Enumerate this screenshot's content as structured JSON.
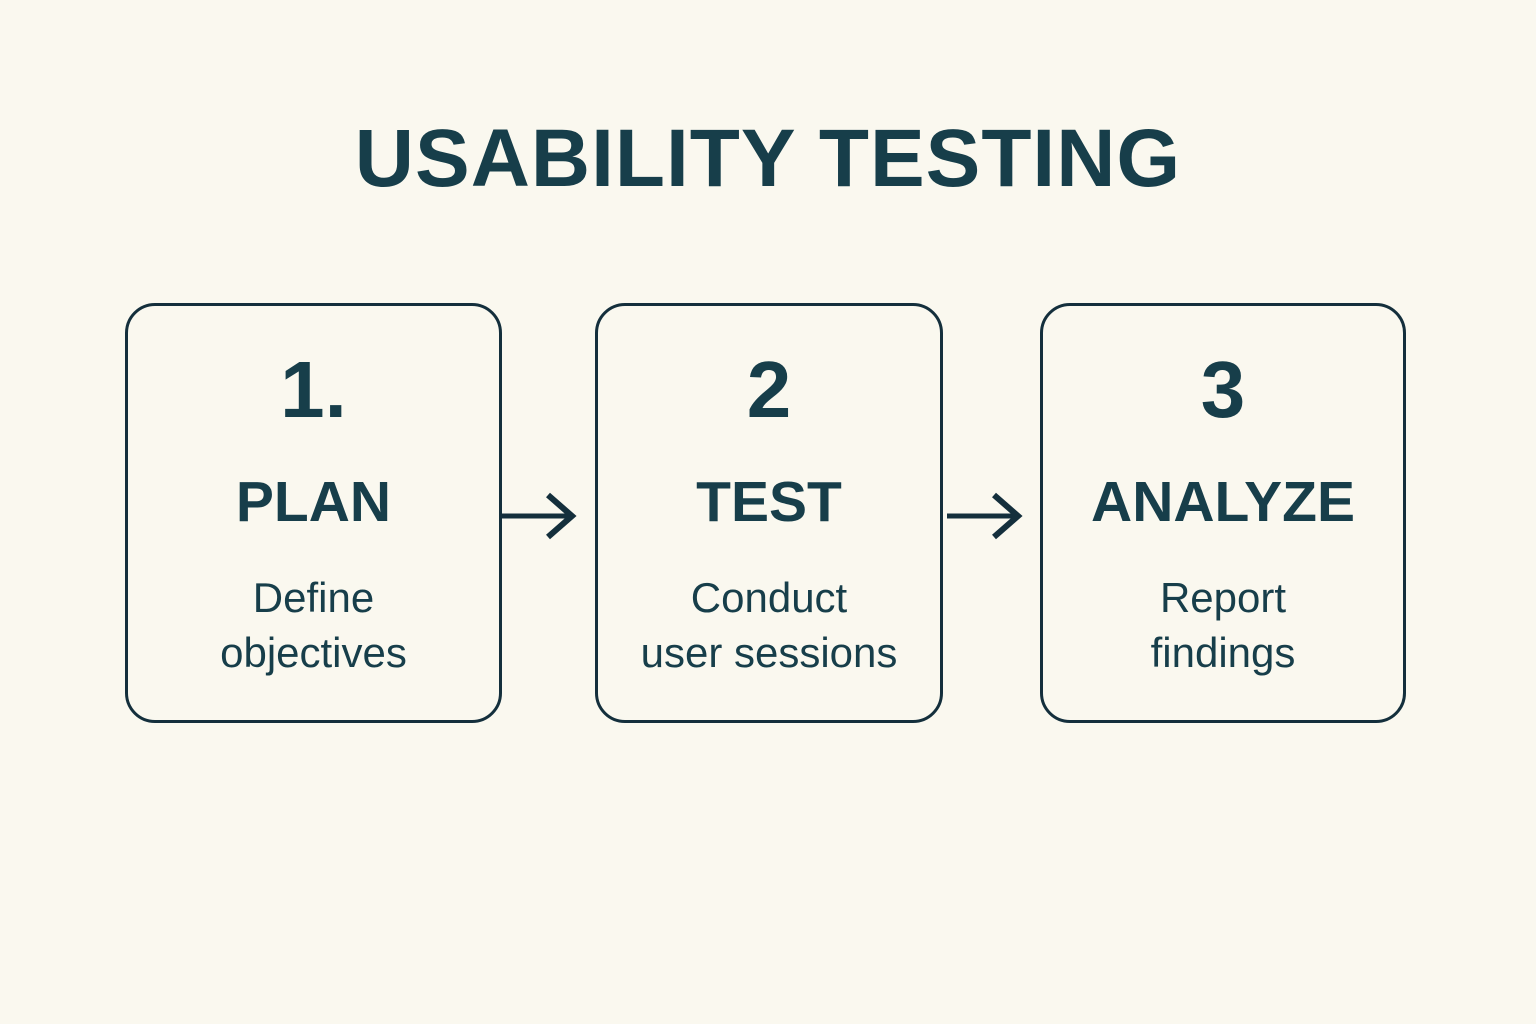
{
  "title": "USABILITY TESTING",
  "colors": {
    "background": "#faf8ef",
    "text": "#173e4a",
    "border": "#142f3c"
  },
  "steps": [
    {
      "number": "1.",
      "name": "PLAN",
      "description_lines": [
        "Define",
        "objectives"
      ]
    },
    {
      "number": "2",
      "name": "TEST",
      "description_lines": [
        "Conduct",
        "user sessions"
      ]
    },
    {
      "number": "3",
      "name": "ANALYZE",
      "description_lines": [
        "Report",
        "findings"
      ]
    }
  ],
  "arrows": [
    {
      "from": "PLAN",
      "to": "TEST",
      "direction": "right"
    },
    {
      "from": "TEST",
      "to": "ANALYZE",
      "direction": "right"
    }
  ]
}
